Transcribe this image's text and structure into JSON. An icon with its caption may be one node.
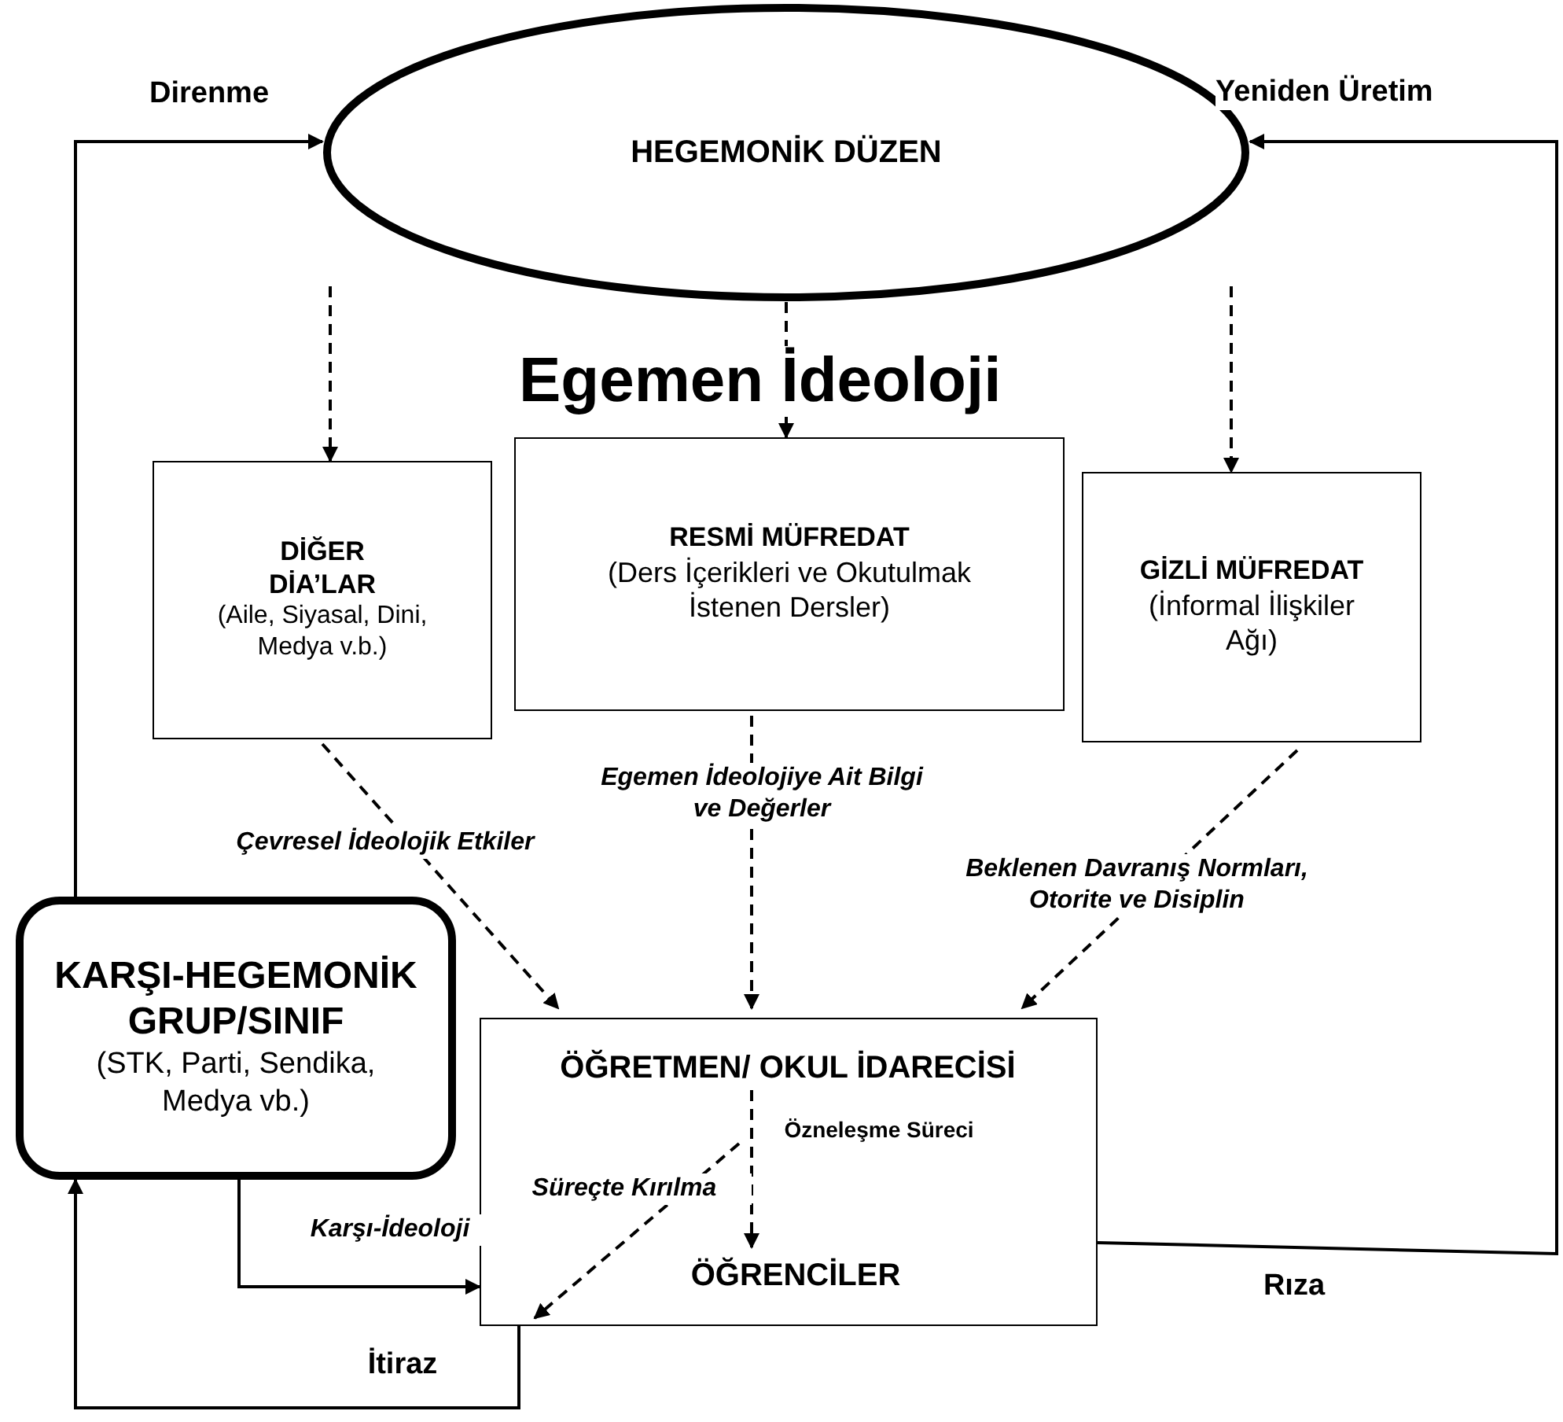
{
  "diagram": {
    "nodes": [
      {
        "text": [
          "HEGEMONİK DÜZEN"
        ]
      },
      {
        "text": [
          "DİĞER DİA’LAR",
          "(Aile, Siyasal, Dini, Medya v.b.)"
        ]
      },
      {
        "text": [
          "RESMİ MÜFREDAT",
          "(Ders İçerikleri ve Okutulmak İstenen Dersler)"
        ]
      },
      {
        "text": [
          "GİZLİ MÜFREDAT",
          "(İnformal İlişkiler Ağı)"
        ]
      },
      {
        "text": [
          "KARŞI-HEGEMONİK GRUP/SINIF",
          "(STK, Parti, Sendika, Medya vb.)"
        ]
      },
      {
        "text": [],
        "shape": "box"
      },
      {
        "text": [
          "ÖĞRETMEN/ OKUL İDARECİSİ"
        ],
        "in": 5
      },
      {
        "text": [
          "ÖĞRENCİLER"
        ],
        "in": 5
      }
    ],
    "edges": [
      {
        "from": 0,
        "to": 1,
        "arrow": "to",
        "style": "dashed"
      },
      {
        "from": 0,
        "to": 2,
        "arrow": "to",
        "style": "dashed"
      },
      {
        "from": 0,
        "to": 3,
        "arrow": "to",
        "style": "dashed"
      },
      {
        "from": 1,
        "to": 5,
        "arrow": "to",
        "style": "dashed",
        "label": "Çevresel İdeolojik Etkiler"
      },
      {
        "from": 2,
        "to": 5,
        "arrow": "to",
        "style": "dashed",
        "label": "Egemen İdeolojiye Ait Bilgi ve Değerler"
      },
      {
        "from": 3,
        "to": 5,
        "arrow": "to",
        "style": "dashed",
        "label": "Beklenen Davranış Normları, Otorite ve Disiplin"
      },
      {
        "from": 6,
        "to": 7,
        "arrow": "to",
        "style": "dashed",
        "label": "Özneleşme Süreci"
      },
      {
        "from": null,
        "to": 5,
        "arrow": "to",
        "style": "dashed",
        "label": "Süreçte Kırılma"
      },
      {
        "from": 4,
        "to": 0,
        "arrow": "to",
        "label": "Direnme"
      },
      {
        "from": 5,
        "to": 0,
        "arrow": "to",
        "label": "Rıza"
      },
      {
        "from": 4,
        "to": 5,
        "arrow": "to",
        "label": "Karşı-İdeoloji"
      },
      {
        "from": 5,
        "to": 4,
        "arrow": "to",
        "label": "İtiraz"
      }
    ],
    "labels": [
      "Yeniden Üretim",
      "Egemen İdeoloji"
    ]
  }
}
